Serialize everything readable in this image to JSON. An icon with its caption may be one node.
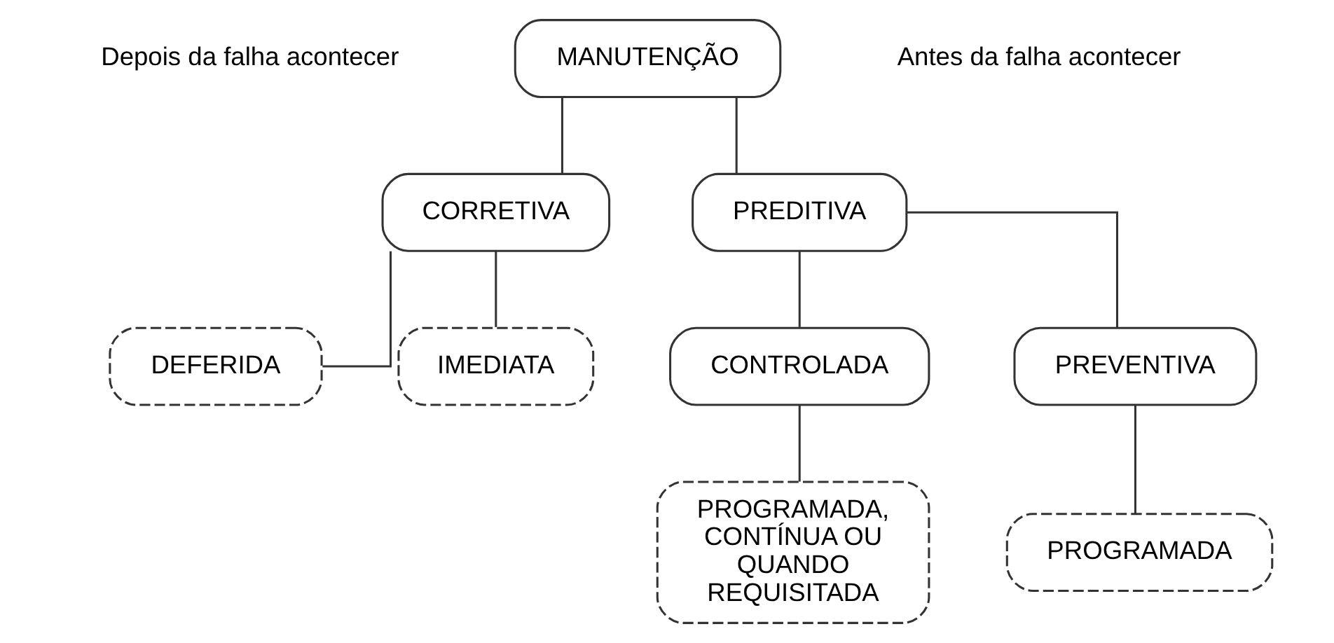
{
  "diagram": {
    "nodes": [
      {
        "text": [
          "MANUTENÇÃO"
        ]
      },
      {
        "text": [
          "CORRETIVA"
        ]
      },
      {
        "text": [
          "PREDITIVA"
        ]
      },
      {
        "text": [
          "DEFERIDA"
        ]
      },
      {
        "text": [
          "IMEDIATA"
        ]
      },
      {
        "text": [
          "CONTROLADA"
        ]
      },
      {
        "text": [
          "PREVENTIVA"
        ]
      },
      {
        "text": [
          "PROGRAMADA, CONTÍNUA OU QUANDO REQUISITADA"
        ]
      },
      {
        "text": [
          "PROGRAMADA"
        ]
      }
    ],
    "edges": [
      {
        "from": 0,
        "to": 1,
        "arrow": "none"
      },
      {
        "from": 0,
        "to": 2,
        "arrow": "none"
      },
      {
        "from": 1,
        "to": 3,
        "arrow": "none"
      },
      {
        "from": 1,
        "to": 4,
        "arrow": "none"
      },
      {
        "from": 2,
        "to": 5,
        "arrow": "none"
      },
      {
        "from": 2,
        "to": 6,
        "arrow": "none"
      },
      {
        "from": 5,
        "to": 7,
        "arrow": "none"
      },
      {
        "from": 6,
        "to": 8,
        "arrow": "none"
      }
    ],
    "labels": [
      "Depois da falha acontecer",
      "Antes da falha acontecer"
    ]
  }
}
